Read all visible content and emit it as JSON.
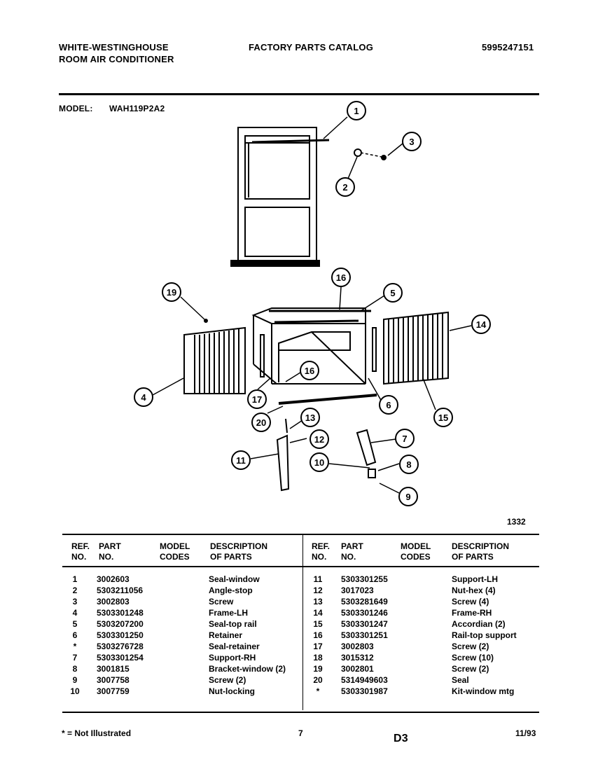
{
  "header": {
    "brand_line1": "WHITE-WESTINGHOUSE",
    "brand_line2": "ROOM AIR CONDITIONER",
    "catalog_title": "FACTORY PARTS CATALOG",
    "catalog_number": "5995247151",
    "model_label": "MODEL:",
    "model_value": "WAH119P2A2"
  },
  "diagram": {
    "figure_number": "1332",
    "callouts": [
      "1",
      "2",
      "3",
      "4",
      "5",
      "6",
      "7",
      "8",
      "9",
      "10",
      "11",
      "12",
      "13",
      "14",
      "15",
      "16",
      "16",
      "17",
      "19",
      "20"
    ]
  },
  "table": {
    "headers": {
      "ref": "REF.\nNO.",
      "part": "PART\nNO.",
      "model": "MODEL\nCODES",
      "desc": "DESCRIPTION\nOF PARTS"
    },
    "left_rows": [
      {
        "ref": "1",
        "part": "3002603",
        "desc": "Seal-window"
      },
      {
        "ref": "2",
        "part": "5303211056",
        "desc": "Angle-stop"
      },
      {
        "ref": "3",
        "part": "3002803",
        "desc": "Screw"
      },
      {
        "ref": "4",
        "part": "5303301248",
        "desc": "Frame-LH"
      },
      {
        "ref": "5",
        "part": "5303207200",
        "desc": "Seal-top rail"
      },
      {
        "ref": "6",
        "part": "5303301250",
        "desc": "Retainer"
      },
      {
        "ref": "*",
        "part": "5303276728",
        "desc": "Seal-retainer"
      },
      {
        "ref": "7",
        "part": "5303301254",
        "desc": "Support-RH"
      },
      {
        "ref": "8",
        "part": "3001815",
        "desc": "Bracket-window (2)"
      },
      {
        "ref": "9",
        "part": "3007758",
        "desc": "Screw (2)"
      },
      {
        "ref": "10",
        "part": "3007759",
        "desc": "Nut-locking"
      }
    ],
    "right_rows": [
      {
        "ref": "11",
        "part": "5303301255",
        "desc": "Support-LH"
      },
      {
        "ref": "12",
        "part": "3017023",
        "desc": "Nut-hex (4)"
      },
      {
        "ref": "13",
        "part": "5303281649",
        "desc": "Screw (4)"
      },
      {
        "ref": "14",
        "part": "5303301246",
        "desc": "Frame-RH"
      },
      {
        "ref": "15",
        "part": "5303301247",
        "desc": "Accordian (2)"
      },
      {
        "ref": "16",
        "part": "5303301251",
        "desc": "Rail-top support"
      },
      {
        "ref": "17",
        "part": "3002803",
        "desc": "Screw (2)"
      },
      {
        "ref": "18",
        "part": "3015312",
        "desc": "Screw (10)"
      },
      {
        "ref": "19",
        "part": "3002801",
        "desc": "Screw (2)"
      },
      {
        "ref": "20",
        "part": "5314949603",
        "desc": "Seal"
      },
      {
        "ref": "*",
        "part": "5303301987",
        "desc": "Kit-window mtg"
      }
    ]
  },
  "footer": {
    "note": "* = Not Illustrated",
    "page": "7",
    "section": "D3",
    "date": "11/93"
  }
}
